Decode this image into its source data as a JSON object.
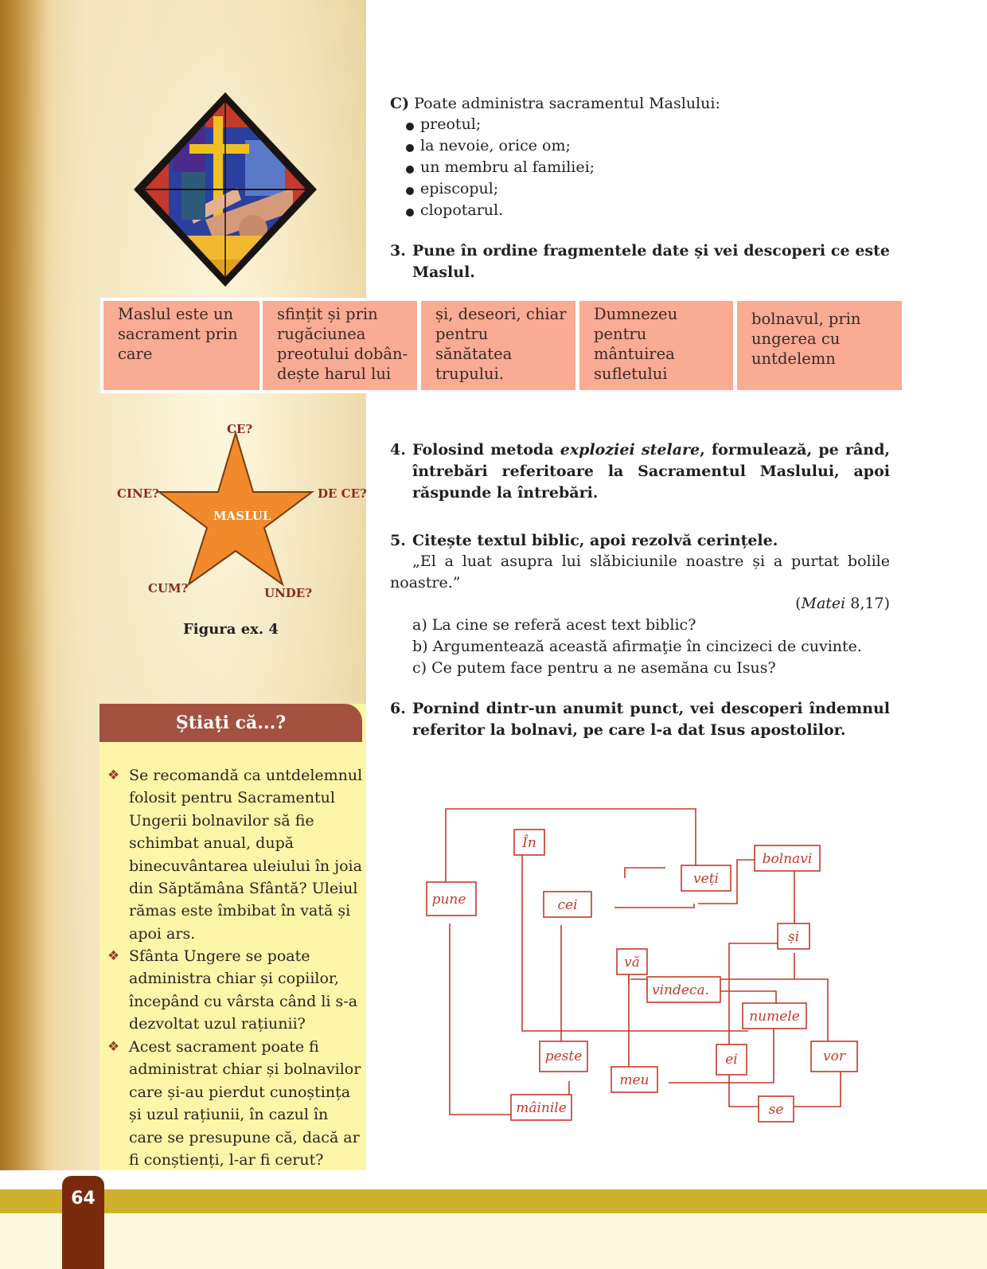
{
  "page_number": "64",
  "colors": {
    "accent": "#cfb02a",
    "tab": "#7a2a0c",
    "fragment_bg": "#f9ab93",
    "callout_bg": "#fdf6a8",
    "callout_header": "#a3523f",
    "diagram_red": "#c53a2a"
  },
  "images": {
    "stained_glass": "stained-glass-anointing-icon"
  },
  "question_c": {
    "label": "C)",
    "text": " Poate administra sacramentul Maslului:",
    "options": [
      "preotul;",
      "la nevoie, orice om;",
      "un membru al familiei;",
      "episcopul;",
      "clopotarul."
    ]
  },
  "exercise3": {
    "number": "3.",
    "text": "Pune în ordine fragmentele date și vei descoperi ce este Maslul.",
    "fragments": [
      "Maslul este un sacrament prin care",
      "sfințit și prin rugăciunea preotului dobân-dește harul lui",
      "și, deseori, chiar pentru sănătatea trupului.",
      "Dumnezeu pentru mântuirea sufletului",
      "bolnavul, prin ungerea cu untdelemn"
    ]
  },
  "figure": {
    "center": "MASLUL",
    "labels": {
      "top": "CE?",
      "left": "CINE?",
      "right": "DE CE?",
      "bottom_left": "CUM?",
      "bottom_right": "UNDE?"
    },
    "caption": "Figura ex. 4"
  },
  "exercise4": {
    "number": "4.",
    "text_before": "Folosind metoda ",
    "text_italic": "exploziei stelare",
    "text_after": ", formulează, pe rând, întrebări referitoare la Sacramentul Maslului, apoi răspunde la întrebări."
  },
  "exercise5": {
    "number": "5.",
    "text": "Citește textul biblic, apoi rezolvă cerințele.",
    "quote": "„El a luat asupra lui slăbiciunile noastre și a purtat bolile noastre.”",
    "reference_book": "Matei",
    "reference_verse": " 8,17)",
    "reference_open": "(",
    "tasks": [
      "a) La cine se referă acest text biblic?",
      "b) Argumentează această afirmaţie în cincizeci de cuvinte.",
      "c) Ce putem face pentru a ne asemăna cu Isus?"
    ]
  },
  "exercise6": {
    "number": "6.",
    "text": "Pornind dintr-un anumit punct, vei descoperi îndemnul referitor la bolnavi, pe care l-a dat Isus apostolilor."
  },
  "maze_words": {
    "in": "În",
    "veti": "veți",
    "bolnavi": "bolnavi",
    "pune": "pune",
    "cei": "cei",
    "si": "și",
    "va": "vă",
    "vindeca": "vindeca.",
    "numele": "numele",
    "peste": "peste",
    "ei": "ei",
    "vor": "vor",
    "meu": "meu",
    "mainile": "mâinile",
    "se": "se"
  },
  "callout": {
    "title": "Știați că...?",
    "items": [
      "Se recomandă ca untdelemnul folosit pentru Sacramentul Ungerii bolnavilor să fie schimbat anual, după binecuvântarea uleiului în joia din Săptămâna Sfântă? Uleiul rămas este îmbibat în vată și apoi ars.",
      "Sfânta Ungere se poate administra chiar și copiilor, începând cu vârsta când li s-a dezvoltat uzul rațiunii?",
      "Acest sacrament poate fi administrat chiar și bolnavilor care și-au pierdut cunoștința și uzul rațiunii, în cazul în care se presupune că, dacă ar fi conștienți, l-ar fi cerut?"
    ]
  }
}
